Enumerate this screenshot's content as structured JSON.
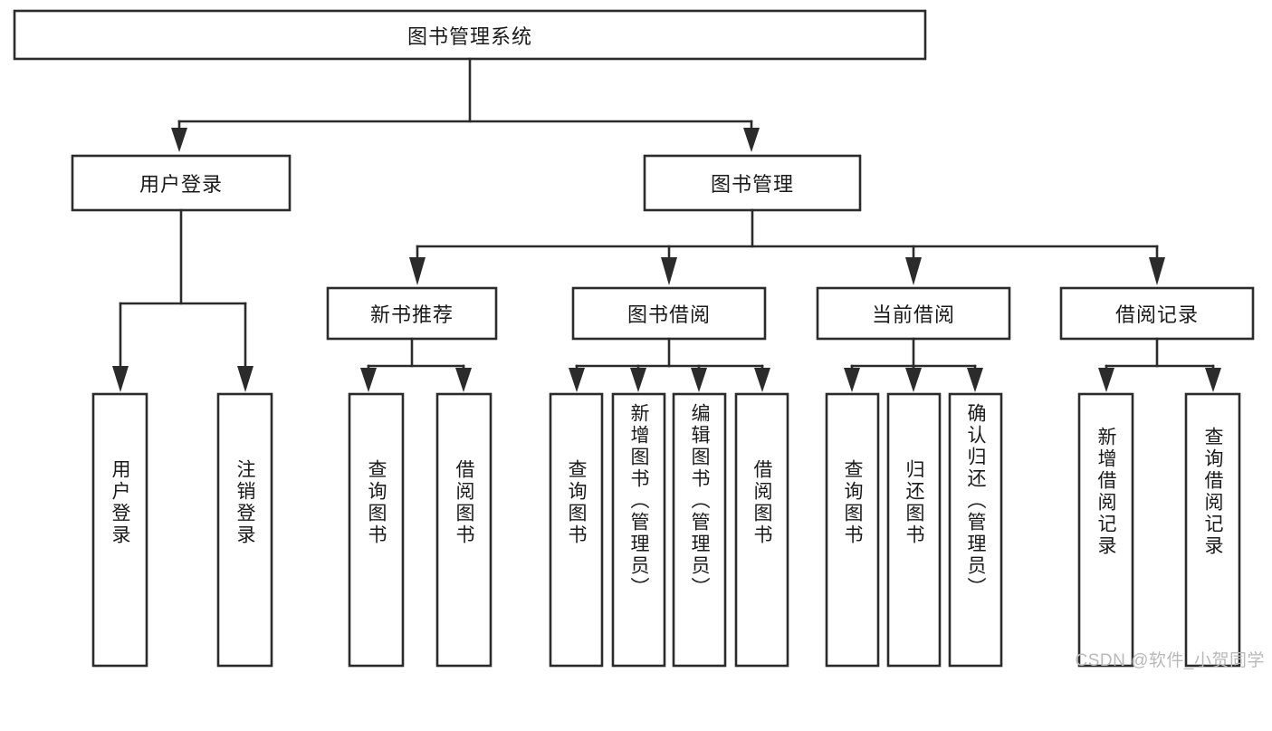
{
  "diagram": {
    "type": "tree",
    "orientation": "top-down",
    "title": "图书管理系统",
    "colors": {
      "box_stroke": "#2b2b2b",
      "box_fill": "#ffffff",
      "text": "#1a1a1a",
      "canvas": "#ffffff",
      "watermark": "#b9b9b9"
    },
    "watermark": "CSDN @软件_小贺同学",
    "nodes": {
      "root": {
        "label": "图书管理系统"
      },
      "level2": [
        {
          "id": "user-login",
          "label": "用户登录"
        },
        {
          "id": "book-manage",
          "label": "图书管理"
        }
      ],
      "level3": [
        {
          "id": "new-book-recommend",
          "label": "新书推荐"
        },
        {
          "id": "book-borrow",
          "label": "图书借阅"
        },
        {
          "id": "current-borrow",
          "label": "当前借阅"
        },
        {
          "id": "borrow-record",
          "label": "借阅记录"
        }
      ],
      "leaves": [
        {
          "id": "leaf-user-login",
          "label": "用户登录",
          "parent": "user-login"
        },
        {
          "id": "leaf-logout-login",
          "label": "注销登录",
          "parent": "user-login"
        },
        {
          "id": "leaf-query-book-1",
          "label": "查询图书",
          "parent": "new-book-recommend"
        },
        {
          "id": "leaf-borrow-book-1",
          "label": "借阅图书",
          "parent": "new-book-recommend"
        },
        {
          "id": "leaf-query-book-2",
          "label": "查询图书",
          "parent": "book-borrow"
        },
        {
          "id": "leaf-add-book",
          "label": "新增图书（管理员）",
          "parent": "book-borrow"
        },
        {
          "id": "leaf-edit-book",
          "label": "编辑图书（管理员）",
          "parent": "book-borrow"
        },
        {
          "id": "leaf-borrow-book-2",
          "label": "借阅图书",
          "parent": "book-borrow"
        },
        {
          "id": "leaf-query-book-3",
          "label": "查询图书",
          "parent": "current-borrow"
        },
        {
          "id": "leaf-return-book",
          "label": "归还图书",
          "parent": "current-borrow"
        },
        {
          "id": "leaf-confirm-return",
          "label": "确认归还（管理员）",
          "parent": "current-borrow"
        },
        {
          "id": "leaf-add-record",
          "label": "新增借阅记录",
          "parent": "borrow-record"
        },
        {
          "id": "leaf-query-record",
          "label": "查询借阅记录",
          "parent": "borrow-record"
        }
      ]
    }
  }
}
